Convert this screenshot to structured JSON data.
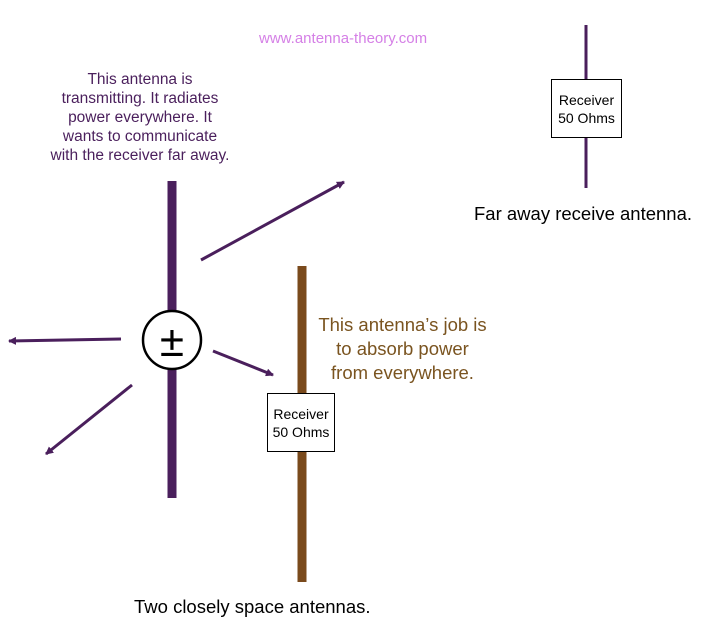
{
  "watermark": "www.antenna-theory.com",
  "transmitter": {
    "description_lines": [
      "This antenna is",
      "transmitting.  It radiates",
      "power everywhere.  It",
      "wants to communicate",
      "with the receiver far away."
    ],
    "source_symbol": "±",
    "color": "#4a1f5c"
  },
  "near_antenna": {
    "description_lines": [
      "This antenna’s job is",
      "to absorb power",
      "from everywhere."
    ],
    "receiver_label_lines": [
      "Receiver",
      "50 Ohms"
    ],
    "caption": "Two closely space antennas.",
    "color": "#7a4a1c"
  },
  "far_antenna": {
    "receiver_label_lines": [
      "Receiver",
      "50 Ohms"
    ],
    "caption": "Far away receive antenna.",
    "color": "#4a1f5c"
  }
}
